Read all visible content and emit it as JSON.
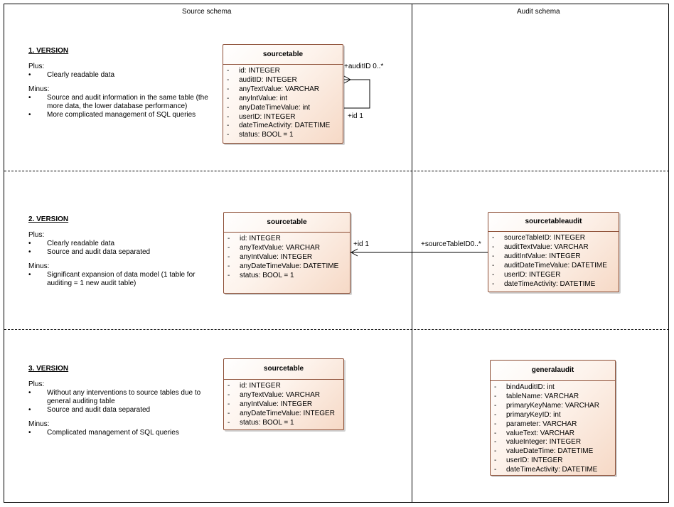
{
  "columns": {
    "source": "Source schema",
    "audit": "Audit schema"
  },
  "versions": [
    {
      "title": "1. VERSION",
      "plus_label": "Plus:",
      "plus": [
        "Clearly readable data"
      ],
      "minus_label": "Minus:",
      "minus": [
        "Source and audit information in the same table (the more data, the lower database performance)",
        "More complicated management of SQL queries"
      ],
      "source_table": {
        "name": "sourcetable",
        "attributes": [
          "id: INTEGER",
          "auditID: INTEGER",
          "anyTextValue: VARCHAR",
          "anyIntValue: int",
          "anyDateTimeValue: int",
          "userID: INTEGER",
          "dateTimeActivity: DATETIME",
          "status: BOOL = 1"
        ]
      },
      "association": {
        "role_a": "+auditID 0..*",
        "role_b": "+id 1"
      }
    },
    {
      "title": "2. VERSION",
      "plus_label": "Plus:",
      "plus": [
        "Clearly readable data",
        "Source and audit data separated"
      ],
      "minus_label": "Minus:",
      "minus": [
        "Significant expansion of data model (1 table for auditing = 1 new audit table)"
      ],
      "source_table": {
        "name": "sourcetable",
        "attributes": [
          "id: INTEGER",
          "anyTextValue: VARCHAR",
          "anyIntValue: INTEGER",
          "anyDateTimeValue: DATETIME",
          "status: BOOL = 1"
        ]
      },
      "audit_table": {
        "name": "sourcetableaudit",
        "attributes": [
          "sourceTableID: INTEGER",
          "auditTextValue: VARCHAR",
          "auditIntValue: INTEGER",
          "auditDateTimeValue: DATETIME",
          "userID: INTEGER",
          "dateTimeActivity: DATETIME"
        ]
      },
      "association": {
        "role_a": "+id 1",
        "role_b": "+sourceTableID0..*"
      }
    },
    {
      "title": "3. VERSION",
      "plus_label": "Plus:",
      "plus": [
        "Without any interventions to source tables due to general auditing table",
        "Source and audit data separated"
      ],
      "minus_label": "Minus:",
      "minus": [
        "Complicated management of SQL queries"
      ],
      "source_table": {
        "name": "sourcetable",
        "attributes": [
          "id: INTEGER",
          "anyTextValue: VARCHAR",
          "anyIntValue: INTEGER",
          "anyDateTimeValue: INTEGER",
          "status: BOOL = 1"
        ]
      },
      "audit_table": {
        "name": "generalaudit",
        "attributes": [
          "bindAuditID: int",
          "tableName: VARCHAR",
          "primaryKeyName: VARCHAR",
          "primaryKeyID: int",
          "parameter: VARCHAR",
          "valueText: VARCHAR",
          "valueInteger: INTEGER",
          "valueDateTime: DATETIME",
          "userID: INTEGER",
          "dateTimeActivity: DATETIME"
        ]
      }
    }
  ],
  "colors": {
    "class_border": "#8b4c33",
    "class_fill_end": "#f6d9c6"
  }
}
